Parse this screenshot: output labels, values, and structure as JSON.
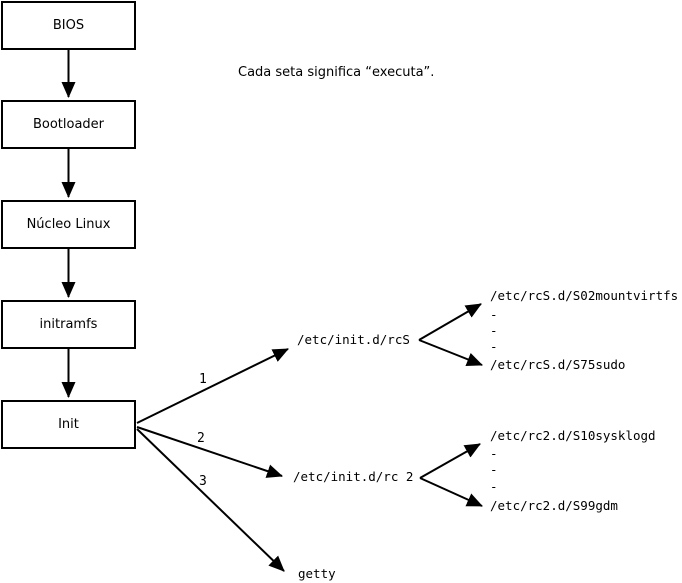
{
  "diagram": {
    "note": "Cada seta significa “executa”.",
    "colors": {
      "ink": "#000000",
      "background": "#ffffff",
      "box_fill": "#ffffff"
    },
    "boxes": [
      {
        "label": "BIOS"
      },
      {
        "label": "Bootloader"
      },
      {
        "label": "Núcleo Linux"
      },
      {
        "label": "initramfs"
      },
      {
        "label": "Init"
      }
    ],
    "init_branches": [
      {
        "number": "1",
        "target": "/etc/init.d/rcS"
      },
      {
        "number": "2",
        "target": "/etc/init.d/rc 2"
      },
      {
        "number": "3",
        "target": "getty"
      }
    ],
    "rcS_scripts": {
      "first": "/etc/rcS.d/S02mountvirtfs",
      "ellipsis": "-",
      "last": "/etc/rcS.d/S75sudo"
    },
    "rc2_scripts": {
      "first": "/etc/rc2.d/S10sysklogd",
      "ellipsis": "-",
      "last": "/etc/rc2.d/S99gdm"
    }
  }
}
